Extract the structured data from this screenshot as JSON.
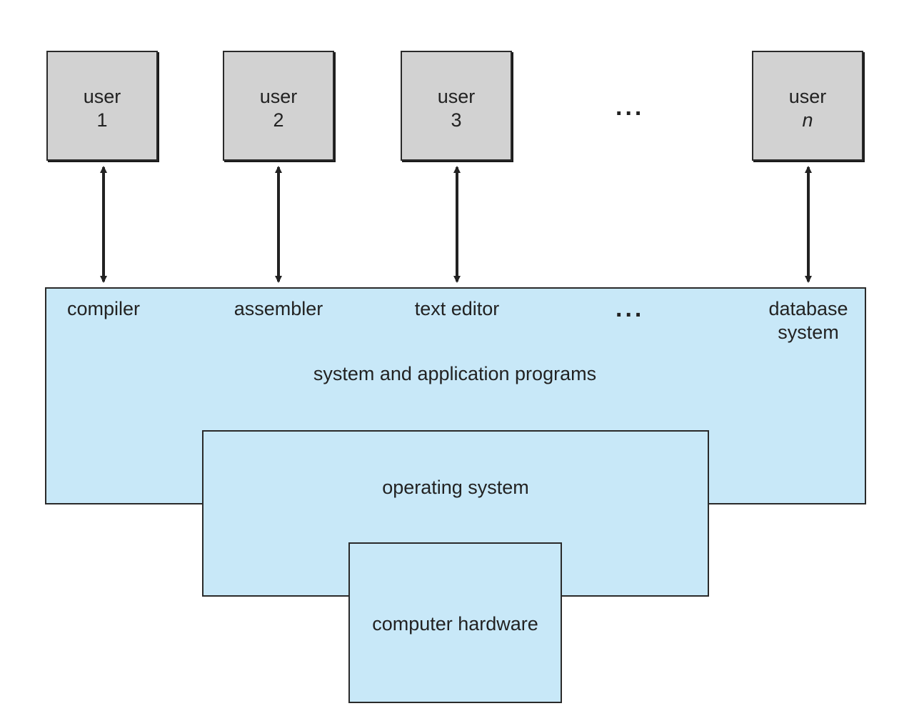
{
  "users": [
    {
      "label": "user",
      "index": "1",
      "italic": false
    },
    {
      "label": "user",
      "index": "2",
      "italic": false
    },
    {
      "label": "user",
      "index": "3",
      "italic": false
    },
    {
      "label": "user",
      "index": "n",
      "italic": true
    }
  ],
  "ellipsis": "...",
  "programs": {
    "items": [
      "compiler",
      "assembler",
      "text editor",
      "...",
      "database"
    ],
    "database_line2": "system",
    "layer_label": "system and application programs"
  },
  "os": {
    "label": "operating system"
  },
  "hardware": {
    "label": "computer hardware"
  },
  "colors": {
    "user_fill": "#d2d2d2",
    "layer_fill": "#c8e8f8",
    "stroke": "#2a2a2a"
  }
}
